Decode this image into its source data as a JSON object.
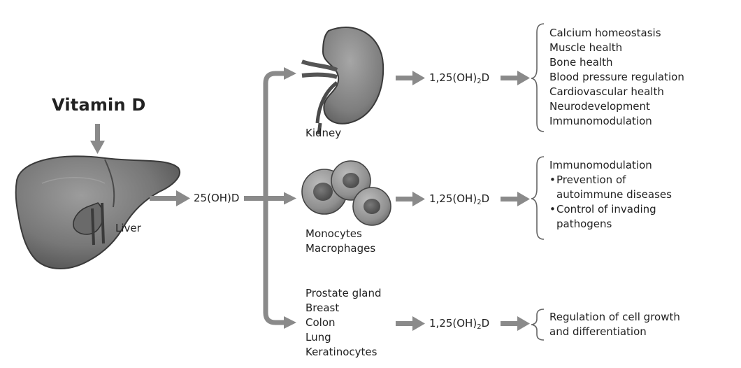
{
  "diagram": {
    "source": "Vitamin D",
    "intermediate": "25(OH)D",
    "organs": {
      "liver": "Liver",
      "kidney": "Kidney",
      "immune_cells": [
        "Monocytes",
        "Macrophages"
      ],
      "other_tissues": [
        "Prostate gland",
        "Breast",
        "Colon",
        "Lung",
        "Keratinocytes"
      ]
    },
    "product": {
      "base": "1,25(OH)",
      "sub": "2",
      "suffix": "D"
    },
    "kidney_effects": [
      "Calcium homeostasis",
      "Muscle health",
      "Bone health",
      "Blood pressure regulation",
      "Cardiovascular health",
      "Neurodevelopment",
      "Immunomodulation"
    ],
    "immune_effects": {
      "heading": "Immunomodulation",
      "lines": [
        "Prevention of",
        "autoimmune diseases",
        "Control of invading",
        "pathogens"
      ]
    },
    "tissue_effects": [
      "Regulation of cell growth",
      "and differentiation"
    ],
    "colors": {
      "arrow": "#8a8a8a",
      "organ_fill": "#7d7d7d",
      "organ_dark": "#4f4f4f",
      "text": "#222222"
    }
  }
}
